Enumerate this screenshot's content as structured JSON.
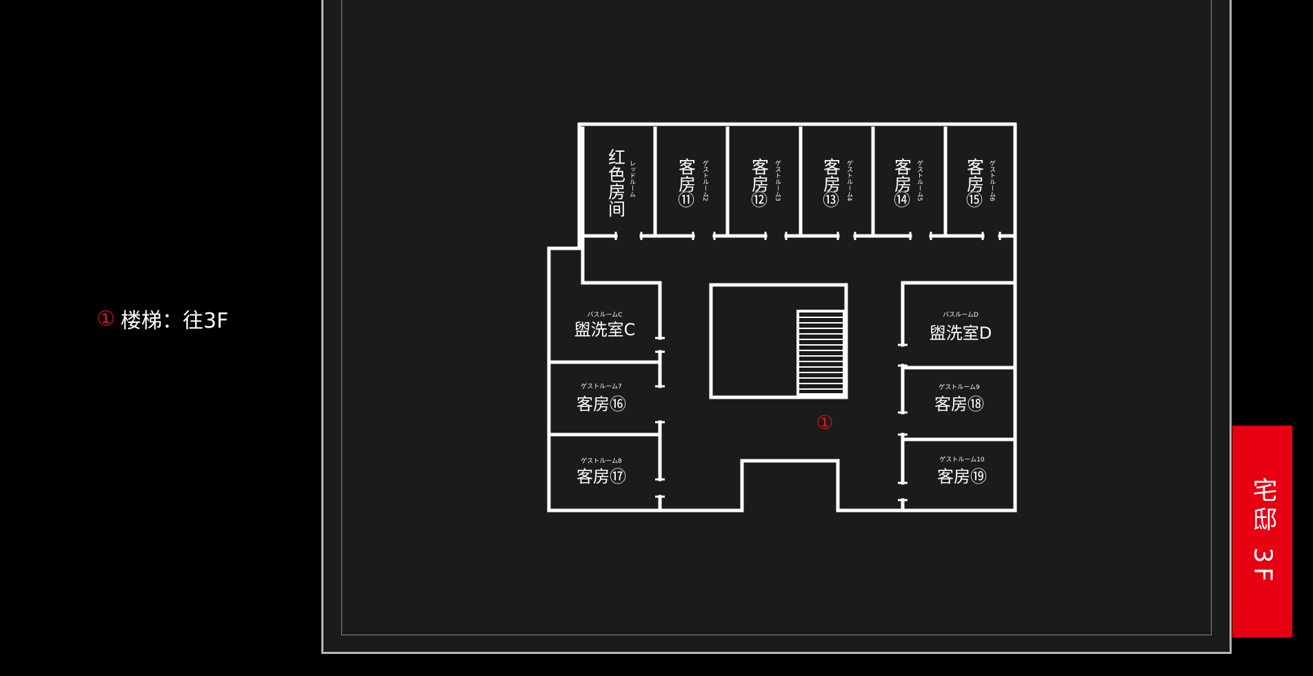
{
  "legend": {
    "marker": "①",
    "text": "楼梯：往3F"
  },
  "floor_tab": {
    "label": "宅邸 3F",
    "color": "#e60012"
  },
  "plan": {
    "stairs_marker": "①",
    "rooms": {
      "red_room": {
        "label": "红色房间",
        "sub": "レッドルーム"
      },
      "guest_11": {
        "label1": "客房",
        "label2": "⑪",
        "sub": "ゲストルーム2"
      },
      "guest_12": {
        "label1": "客房",
        "label2": "⑫",
        "sub": "ゲストルーム3"
      },
      "guest_13": {
        "label1": "客房",
        "label2": "⑬",
        "sub": "ゲストルーム4"
      },
      "guest_14": {
        "label1": "客房",
        "label2": "⑭",
        "sub": "ゲストルーム5"
      },
      "guest_15": {
        "label1": "客房",
        "label2": "⑮",
        "sub": "ゲストルーム6"
      },
      "bath_c": {
        "label": "盥洗室C",
        "sub": "バスルームC"
      },
      "bath_d": {
        "label": "盥洗室D",
        "sub": "バスルームD"
      },
      "guest_16": {
        "label": "客房⑯",
        "sub": "ゲストルーム7"
      },
      "guest_17": {
        "label": "客房⑰",
        "sub": "ゲストルーム8"
      },
      "guest_18": {
        "label": "客房⑱",
        "sub": "ゲストルーム9"
      },
      "guest_19": {
        "label": "客房⑲",
        "sub": "ゲストルーム10"
      }
    }
  }
}
